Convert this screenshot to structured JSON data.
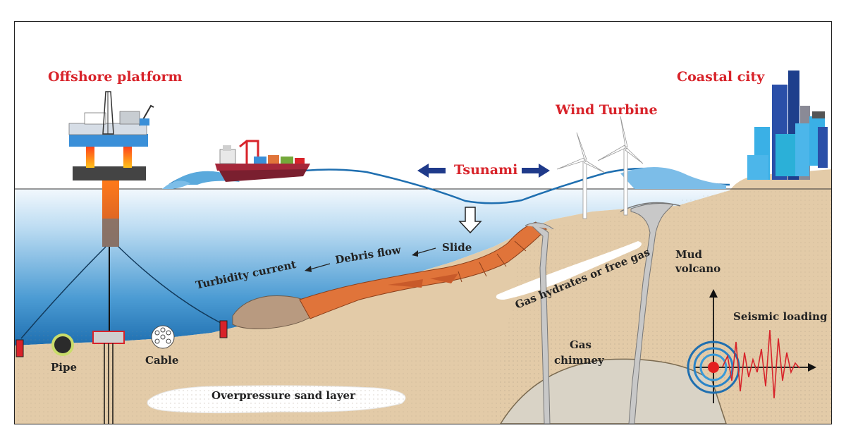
{
  "labels": {
    "offshore_platform": "Offshore platform",
    "coastal_city": "Coastal city",
    "wind_turbine": "Wind Turbine",
    "tsunami": "Tsunami",
    "slide": "Slide",
    "debris_flow": "Debris flow",
    "turbidity_current": "Turbidity current",
    "gas_hydrates": "Gas hydrates or free gas",
    "mud_volcano_1": "Mud",
    "mud_volcano_2": "volcano",
    "seismic_loading": "Seismic loading",
    "gas_chimney_1": "Gas",
    "gas_chimney_2": "chimney",
    "pipe": "Pipe",
    "cable": "Cable",
    "overpressure_sand": "Overpressure sand layer"
  },
  "colors": {
    "title_red": "#d8232a",
    "sea_top": "#ffffff",
    "sea_bottom": "#2f86c6",
    "sediment": "#e3cba8",
    "slide_mass": "#e0743a",
    "debris": "#b89a80",
    "arrow_blue": "#1f3a8a",
    "conduit_gray": "#c8c8c8"
  }
}
